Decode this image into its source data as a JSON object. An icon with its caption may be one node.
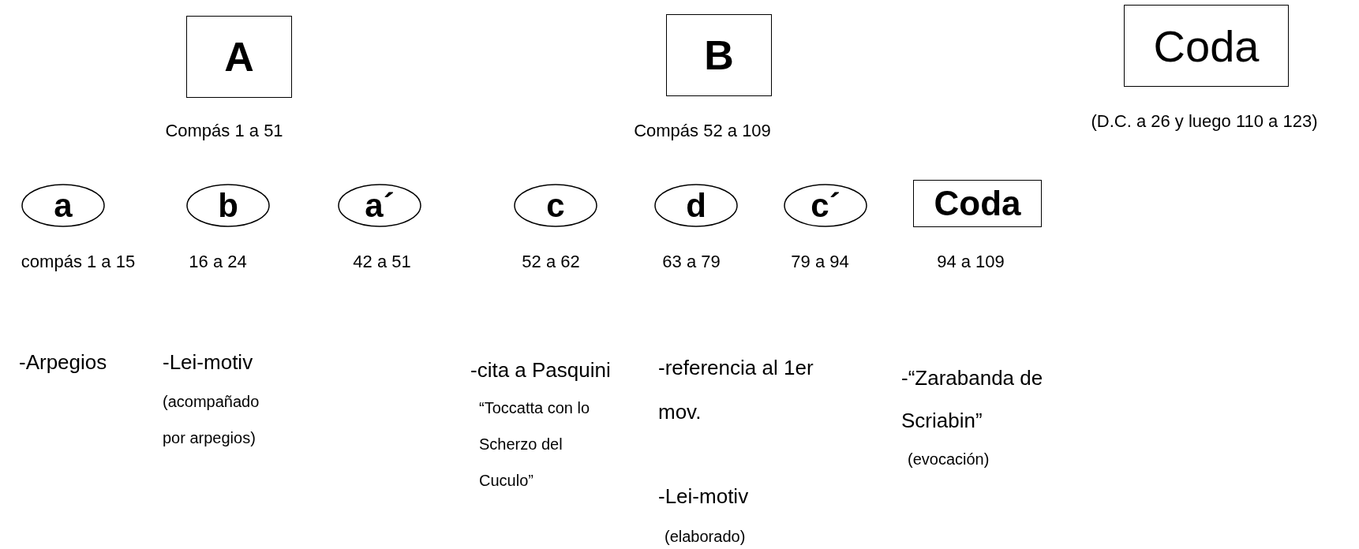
{
  "diagram": {
    "nodes": [
      {
        "text": [
          "A"
        ],
        "beside": [
          "Compás 1 a 51"
        ]
      },
      {
        "text": [
          "B"
        ],
        "beside": [
          "Compás 52 a 109"
        ]
      },
      {
        "text": [
          "Coda"
        ],
        "beside": [
          "(D.C. a 26 y luego 110 a 123)"
        ]
      },
      {
        "text": [
          "a"
        ],
        "beside": [
          "compás 1 a 15"
        ]
      },
      {
        "text": [
          "b"
        ],
        "beside": [
          "16 a 24"
        ]
      },
      {
        "text": [
          "a´"
        ],
        "beside": [
          "42 a 51"
        ]
      },
      {
        "text": [
          "c"
        ],
        "beside": [
          "52 a 62"
        ]
      },
      {
        "text": [
          "d"
        ],
        "beside": [
          "63 a 79"
        ]
      },
      {
        "text": [
          "c´"
        ],
        "beside": [
          "79 a 94"
        ]
      },
      {
        "text": [
          "Coda"
        ],
        "beside": [
          "94 a 109"
        ]
      }
    ],
    "labels": [
      "-Arpegios",
      "-Lei-motiv",
      "(acompañado por arpegios)",
      "-cita a Pasquini",
      "“Toccatta con lo Scherzo del Cuculo”",
      "-referencia al 1er mov.",
      "-Lei-motiv",
      "(elaborado)",
      "-“Zarabanda de Scriabin”",
      "(evocación)"
    ]
  }
}
